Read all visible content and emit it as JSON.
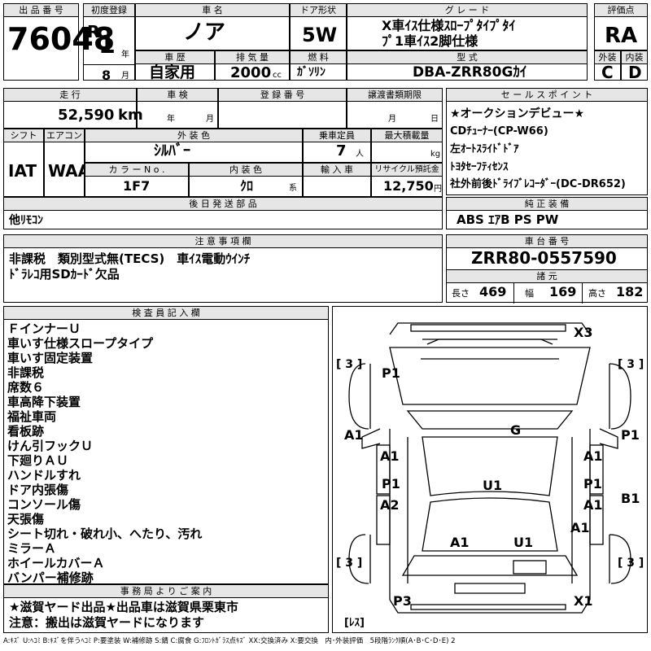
{
  "top": {
    "h_lot": "出 品 番 号",
    "lot": "76048",
    "h_first_reg": "初度登録",
    "era": "R",
    "year": "1",
    "year_unit": "年",
    "month": "8",
    "month_unit": "月",
    "h_car_name": "車 名",
    "car_name": "ノア",
    "h_door": "ドア形状",
    "door": "5W",
    "h_grade": "グ レ ー ド",
    "grade_line1": "X車ｲｽ仕様ｽﾛｰﾌﾟﾀｲﾌﾟﾀｲ",
    "grade_line2": "ﾌﾟ1車ｲｽ2脚仕様",
    "h_score": "評価点",
    "score": "RA",
    "h_history": "車 歴",
    "history": "自家用",
    "h_displacement": "排 気 量",
    "displacement": "2000",
    "displacement_unit": "cc",
    "h_fuel": "燃 料",
    "fuel": "ｶﾞｿﾘﾝ",
    "h_model": "型 式",
    "model": "DBA-ZRR80Gｶｲ",
    "h_exterior": "外装",
    "exterior": "C",
    "h_interior": "内装",
    "interior": "D"
  },
  "row2": {
    "h_mileage": "走 行",
    "mileage": "52,590",
    "mileage_unit": "km",
    "h_inspection": "車 検",
    "insp_year": "年",
    "insp_month": "月",
    "h_reg_no": "登 録 番 号",
    "h_transfer": "譲渡書類期限",
    "tr_month": "月",
    "tr_day": "日",
    "h_shift": "シフト",
    "shift": "IAT",
    "h_ac": "エアコン",
    "ac": "WAA",
    "h_color": "外 装 色",
    "color": "ｼﾙﾊﾞｰ",
    "h_capacity": "乗車定員",
    "capacity": "7",
    "capacity_unit": "人",
    "h_loading": "最大積載量",
    "loading_unit": "kg",
    "h_color_no": "カ ラ ー N o .",
    "color_no": "1F7",
    "h_int_color": "内 装 色",
    "int_color": "ｸﾛ",
    "int_unit": "系",
    "h_import": "輸 入 車",
    "h_recycle": "リサイクル預託金",
    "recycle": "12,750",
    "recycle_unit": "円",
    "h_later": "後 日 発 送 部 品",
    "later": "他ﾘﾓｺﾝ"
  },
  "sales": {
    "h": "セ ー ル ス ポ イ ン ト",
    "lines": [
      "★オークションデビュー★",
      "CDﾁｭｰﾅｰ(CP-W66)",
      "左ｵｰﾄｽﾗｲﾄﾞﾄﾞｱ",
      "ﾄﾖﾀｾｰﾌﾃｨｾﾝｽ",
      "社外前後ﾄﾞﾗｲﾌﾞﾚｺｰﾀﾞｰ(DC-DR652)"
    ]
  },
  "equip": {
    "h": "純 正 装 備",
    "value": "ABS ｴｱB PS PW"
  },
  "notes": {
    "h": "注 意 事 項 欄",
    "line1": "非課税　類別型式無(TECS)　車ｲｽ電動ｳｲﾝﾁ",
    "line2": "ﾄﾞﾗﾚｺ用SDｶｰﾄﾞ欠品"
  },
  "chassis": {
    "h": "車 台 番 号",
    "value": "ZRR80-0557590",
    "h_dims": "諸 元",
    "len_label": "長さ",
    "len": "469",
    "wid_label": "幅",
    "wid": "169",
    "hgt_label": "高さ",
    "hgt": "182"
  },
  "inspector": {
    "h": "検 査 員 記 入 欄",
    "lines": [
      "ＦインナーＵ",
      "車いす仕様スロープタイプ",
      "車いす固定装置",
      "非課税",
      "席数６",
      "車高降下装置",
      "福祉車両",
      "看板跡",
      "けん引フックＵ",
      "下廻りＡＵ",
      "ハンドルすれ",
      "ドア内張傷",
      "コンソール傷",
      "天張傷",
      "シート切れ・破れ小、へたり、汚れ",
      "ミラーＡ",
      "ホイールカバーＡ",
      "バンパー補修跡"
    ]
  },
  "office": {
    "h": "事 務 局 よ り ご 案 内",
    "line1": "★滋賀ヤード出品★出品車は滋賀県栗東市",
    "line2": "注意：搬出は滋賀ヤードになります"
  },
  "diagram": {
    "x3": "X3",
    "p1_fl": "P1",
    "g": "G",
    "a1_l": "A1",
    "p1_r": "P1",
    "a1_l2": "A1",
    "a1_r2": "A1",
    "p1_l3": "P1",
    "u1": "U1",
    "p1_r3": "P1",
    "a2": "A2",
    "a1_r3": "A1",
    "b1": "B1",
    "a1_r4": "A1",
    "a1_rear_l": "A1",
    "u1_rear": "U1",
    "p3": "P3",
    "x1": "X1",
    "b3_1": "[ 3 ]",
    "b3_2": "[ 3 ]",
    "b3_3": "[ 3 ]",
    "b3_4": "[ 3 ]",
    "les": "[ﾚｽ]"
  },
  "legend": "A:ｷｽﾞ U:ﾍｺﾐ B:ｷｽﾞを伴うﾍｺﾐ P:要塗装 W:補修跡 S:錆 C:腐食 G:ﾌﾛﾝﾄｶﾞﾗｽ点ｷｽﾞ XX:交換済み X:要交換　内･外装評価　5段階ﾗﾝｸ順(A･B･C･D･E) 2"
}
